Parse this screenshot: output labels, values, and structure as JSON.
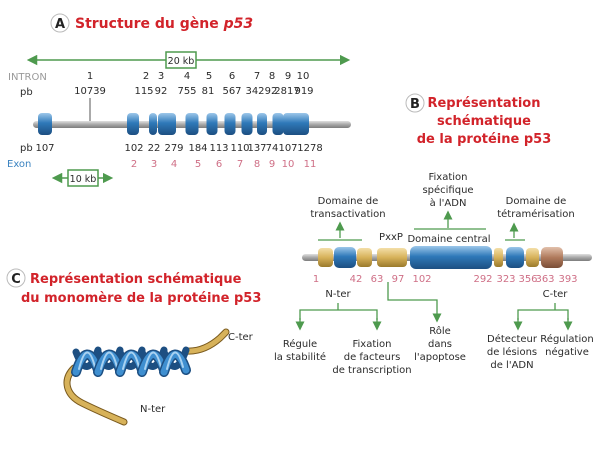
{
  "colors": {
    "red": "#d2232a",
    "blue": "#2f79b9",
    "green": "#4e9a4e",
    "pink": "#cf6f86",
    "gold": "#d7b25a",
    "brown": "#b07a5c",
    "grey_bar": "#a7a7a7"
  },
  "panel_a": {
    "badge": "A",
    "title_main": "Structure du gène ",
    "title_em": "p53",
    "scale_20": "20 kb",
    "scale_10": "10 kb",
    "intron_label": "INTRON",
    "pb_top": "pb",
    "pb_bottom": "pb",
    "exon_label": "Exon",
    "intron_numbers": [
      "1",
      "2",
      "3",
      "4",
      "5",
      "6",
      "7",
      "8",
      "9",
      "10"
    ],
    "intron_sizes": [
      "10739",
      "115",
      "92",
      "755",
      "81",
      "567",
      "342",
      "92",
      "2817",
      "919"
    ],
    "exon_sizes": [
      "107",
      "102",
      "22",
      "279",
      "184",
      "113",
      "110",
      "137",
      "74",
      "107",
      "1278"
    ],
    "exon_numbers": [
      "2",
      "3",
      "4",
      "5",
      "6",
      "7",
      "8",
      "9",
      "10",
      "11"
    ]
  },
  "panel_b": {
    "badge": "B",
    "title_lines": [
      "Représentation",
      "schématique",
      "de la protéine p53"
    ],
    "domain_transactivation": [
      "Domaine de",
      "transactivation"
    ],
    "fixation_adn": [
      "Fixation",
      "spécifique",
      "à l'ADN"
    ],
    "domain_tetramer": [
      "Domaine de",
      "tétramérisation"
    ],
    "pxxp": "PxxP",
    "domain_central": "Domaine central",
    "positions": [
      "1",
      "42",
      "63",
      "97",
      "102",
      "292",
      "323",
      "356",
      "363",
      "393"
    ],
    "nter": "N-ter",
    "cter": "C-ter",
    "roles": {
      "stability": [
        "Régule",
        "la stabilité"
      ],
      "transcription": [
        "Fixation",
        "de facteurs",
        "de transcription"
      ],
      "apoptose": [
        "Rôle",
        "dans",
        "l'apoptose"
      ],
      "lesions": [
        "Détecteur",
        "de lésions",
        "de l'ADN"
      ],
      "regulation": [
        "Régulation",
        "négative"
      ]
    }
  },
  "panel_c": {
    "badge": "C",
    "title_lines": [
      "Représentation schématique",
      "du monomère de la protéine p53"
    ],
    "cter": "C-ter",
    "nter": "N-ter"
  }
}
